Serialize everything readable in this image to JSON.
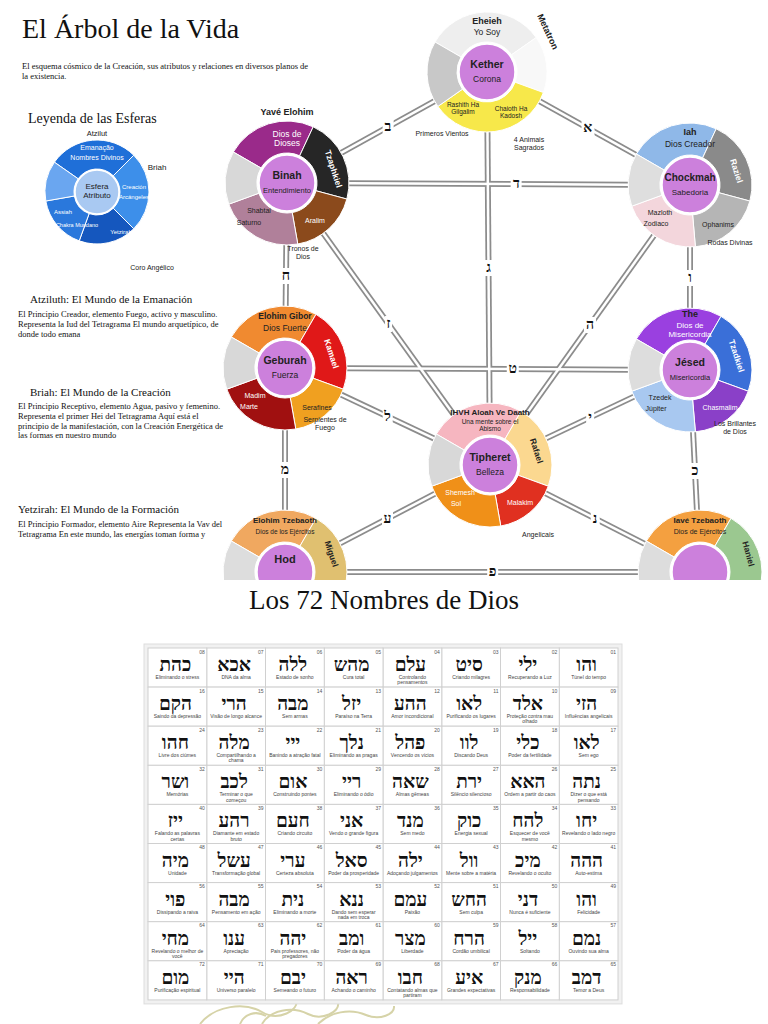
{
  "diagram": {
    "title": "El Árbol de la Vida",
    "nodes": [
      {
        "text": [
          "Atzilut",
          "Emanação",
          "Nombres Divinos",
          "Briah",
          "Creación",
          "Arcángeles",
          "Esfera Atributo",
          "Assiah",
          "Chakra Mundano",
          "Yetzirah",
          "Coro Angélico"
        ]
      },
      {
        "text": [
          "Eheieh",
          "Yo Soy",
          "Metatron",
          "Kether",
          "Corona",
          "Rashith Ha Gilgalim",
          "Primeros Vientos",
          "Chaioth Ha Kadosh",
          "4 Animais Sagrados"
        ]
      },
      {
        "text": [
          "Yavé Elohim",
          "Dios de Dioses",
          "Tzaphkiel",
          "Binah",
          "Entendimiento",
          "Shabtai",
          "Saturno",
          "Aralim",
          "Tronos de Dios"
        ]
      },
      {
        "text": [
          "Iah",
          "Dios Creador",
          "Raziel",
          "Chockmah",
          "Sabedoria",
          "Mazloth",
          "Zodiaco",
          "Ophanims",
          "Rodas Divinas"
        ]
      },
      {
        "text": [
          "Elohim Gibor",
          "Dios Fuerte",
          "Kamael",
          "Geburah",
          "Fuerza",
          "Madim",
          "Marte",
          "Serafines",
          "Serpientes de Fuego"
        ]
      },
      {
        "text": [
          "The",
          "Dios de Misericordia",
          "Tzadkiel",
          "Jésed",
          "Misericordia",
          "Tzedek",
          "Júpiter",
          "Chasmalim",
          "Los Brillantes de Dios"
        ]
      },
      {
        "text": [
          "IHVH Aloah Ve Daath",
          "Una mente sobre el Abismo",
          "Rafael",
          "Tipheret",
          "Belleza",
          "Shemesh",
          "Sol",
          "Malakim",
          "Angelicais"
        ]
      },
      {
        "text": [
          "Elohim Tzebaoth",
          "Dios de los Ejércitos",
          "Miguel",
          "Hod"
        ]
      },
      {
        "text": [
          "Iavé Tzebaoth",
          "Dios de Ejércitos",
          "Haniel"
        ]
      }
    ],
    "edges": [
      {
        "from": 1,
        "to": 3,
        "label": "א",
        "arrow": "none"
      },
      {
        "from": 1,
        "to": 2,
        "label": "ב",
        "arrow": "none"
      },
      {
        "from": 1,
        "to": 6,
        "label": "ג",
        "arrow": "none"
      },
      {
        "from": 3,
        "to": 2,
        "label": "ד",
        "arrow": "none"
      },
      {
        "from": 3,
        "to": 6,
        "label": "ה",
        "arrow": "none"
      },
      {
        "from": 3,
        "to": 5,
        "label": "ו",
        "arrow": "none"
      },
      {
        "from": 2,
        "to": 6,
        "label": "ז",
        "arrow": "none"
      },
      {
        "from": 2,
        "to": 4,
        "label": "ח",
        "arrow": "none"
      },
      {
        "from": 5,
        "to": 4,
        "label": "ט",
        "arrow": "none"
      },
      {
        "from": 5,
        "to": 6,
        "label": "י",
        "arrow": "none"
      },
      {
        "from": 5,
        "to": 8,
        "label": "כ",
        "arrow": "none"
      },
      {
        "from": 4,
        "to": 6,
        "label": "ל",
        "arrow": "none"
      },
      {
        "from": 4,
        "to": 7,
        "label": "מ",
        "arrow": "none"
      },
      {
        "from": 6,
        "to": 8,
        "label": "נ",
        "arrow": "none"
      },
      {
        "from": 6,
        "to": 7,
        "label": "ע",
        "arrow": "none"
      },
      {
        "from": 8,
        "to": 7,
        "label": "פ",
        "arrow": "none"
      }
    ],
    "labels": [
      "El esquema cósmico de la Creación, sus atributos y relaciones en diversos planos de la existencia.",
      "Leyenda de las Esferas",
      "Atziluth: El Mundo de la Emanación",
      "El Principio Creador, elemento Fuego, activo y masculino. Representa la Iud del Tetragrama El mundo arquetípico, de donde todo emana",
      "Briah: El Mundo de la Creación",
      "El Principio Receptivo, elemento Agua, pasivo y femenino. Representa el primer Hei del Tetragrama Aquí está el principio de la manifestación, con la Creación Energética de las formas en nuestro mundo",
      "Yetzirah: El Mundo de la Formación",
      "El Principio Formador, elemento Aire Representa la Vav del Tetragrama En este mundo, las energías toman forma y",
      "Los 72 Nombres de Dios",
      "01",
      "והו",
      "Túnel do tempo",
      "02",
      "ילי",
      "Recuperando a Luz",
      "03",
      "סיט",
      "Criando milagres",
      "04",
      "עלם",
      "Controlando pensamentos",
      "05",
      "מהש",
      "Cura total",
      "06",
      "ללה",
      "Estado de sonho",
      "07",
      "אכא",
      "DNA da alma",
      "08",
      "כהת",
      "Eliminando o stress",
      "09",
      "הזי",
      "Influências angelicais",
      "10",
      "אלד",
      "Proteção contra mau olhado",
      "11",
      "לאו",
      "Purificando os lugares",
      "12",
      "ההע",
      "Amor incondicional",
      "13",
      "יזל",
      "Paraíso na Terra",
      "14",
      "מבה",
      "Sem armas",
      "15",
      "הרי",
      "Visão de longo alcance",
      "16",
      "הקם",
      "Saindo da depressão",
      "17",
      "לאו",
      "Sem ego",
      "18",
      "כלי",
      "Poder da fertilidade",
      "19",
      "לוו",
      "Discando Deus",
      "20",
      "פהל",
      "Vencendo os vícios",
      "21",
      "נלך",
      "Eliminando as pragas",
      "22",
      "ייי",
      "Banindo a atração fatal",
      "23",
      "מלה",
      "Compartilhando a chama",
      "24",
      "חהו",
      "Livre dos ciúmes",
      "25",
      "נתה",
      "Dizer o que está pensando",
      "26",
      "האא",
      "Ordem a partir do caos",
      "27",
      "ירת",
      "Silêncio silencioso",
      "28",
      "שאה",
      "Almas gêmeas",
      "29",
      "ריי",
      "Eliminando o ódio",
      "30",
      "אום",
      "Construindo pontes",
      "31",
      "לכב",
      "Terminar o que começou",
      "32",
      "ושר",
      "Memórias",
      "33",
      "יחו",
      "Revelando o lado negro",
      "34",
      "להח",
      "Esquecer de você mesmo",
      "35",
      "כוק",
      "Energia sexual",
      "36",
      "מנד",
      "Sem medo",
      "37",
      "אני",
      "Vendo o grande figura",
      "38",
      "חעם",
      "Criando circuito",
      "39",
      "רהע",
      "Diamante em estado bruto",
      "40",
      "ייז",
      "Falando as palavras certas",
      "41",
      "ההה",
      "Auto-estima",
      "42",
      "מיכ",
      "Revelando o oculto",
      "43",
      "וול",
      "Mente sobre a matéria",
      "44",
      "ילה",
      "Adoçando julgamentos",
      "45",
      "סאל",
      "Poder da prosperidade",
      "46",
      "ערי",
      "Certeza absoluta",
      "47",
      "עשל",
      "Transformação global",
      "48",
      "מיה",
      "Unidade",
      "49",
      "והו",
      "Felicidade",
      "50",
      "דני",
      "Nunca é suficiente",
      "51",
      "החש",
      "Sem culpa",
      "52",
      "עמם",
      "Paixão",
      "53",
      "ננא",
      "Dando sem esperar nada em troca",
      "54",
      "נית",
      "Eliminando a morte",
      "55",
      "מבה",
      "Pensamento em ação",
      "56",
      "פוי",
      "Dissipando a raiva",
      "57",
      "נמם",
      "Ouvindo sua alma",
      "58",
      "ייל",
      "Soltando",
      "59",
      "הרח",
      "Cordão umbilical",
      "60",
      "מצר",
      "Liberdade",
      "61",
      "ומב",
      "Poder da água",
      "62",
      "יהה",
      "Pais professores, não pregadores",
      "63",
      "ענו",
      "Apreciação",
      "64",
      "מחי",
      "Revelando o melhor de você",
      "65",
      "דמב",
      "Temor a Deus",
      "66",
      "מנק",
      "Responsabilidade",
      "67",
      "איע",
      "Grandes expectativas",
      "68",
      "חבו",
      "Contatando almas que partiram",
      "69",
      "ראה",
      "Achando o caminho",
      "70",
      "יבם",
      "Semeando o futuro",
      "71",
      "היי",
      "Universo paralelo",
      "72",
      "מום",
      "Purificação espiritual"
    ]
  }
}
